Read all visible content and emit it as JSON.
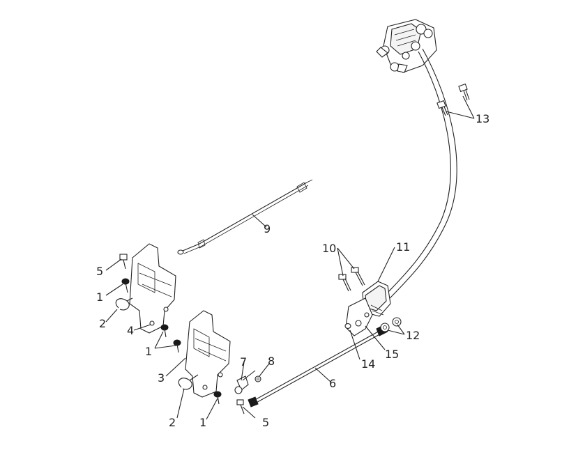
{
  "callouts": {
    "c1a": "1",
    "c1b": "1",
    "c1c": "1",
    "c2a": "2",
    "c2b": "2",
    "c3": "3",
    "c4": "4",
    "c5a": "5",
    "c5b": "5",
    "c6": "6",
    "c7": "7",
    "c8": "8",
    "c9": "9",
    "c10": "10",
    "c11": "11",
    "c12": "12",
    "c13": "13",
    "c14": "14",
    "c15": "15"
  }
}
